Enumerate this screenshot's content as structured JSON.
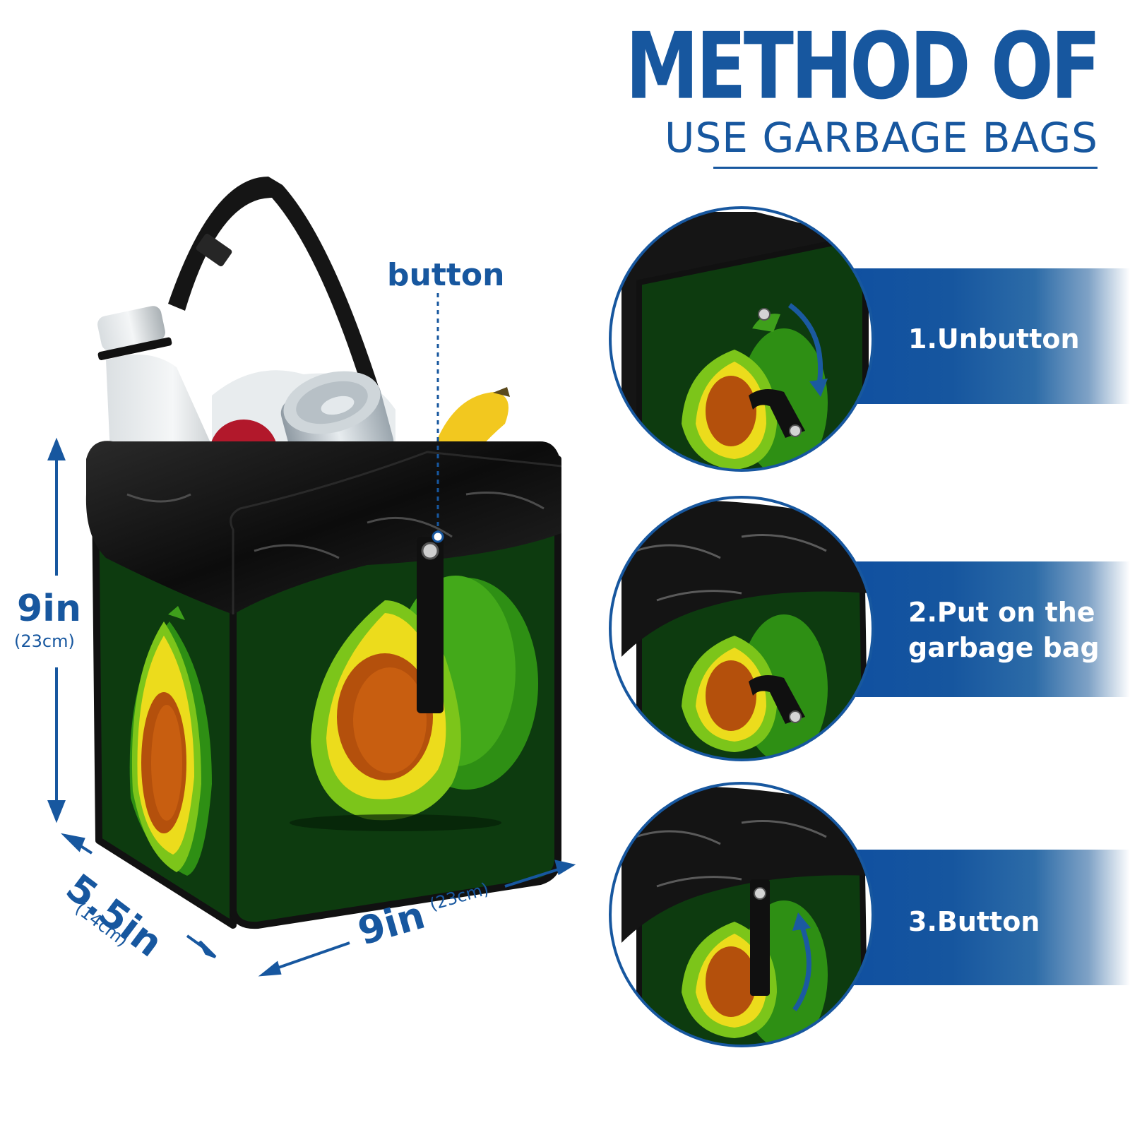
{
  "colors": {
    "accent": "#17579f",
    "bag_body": "#0d3b0f",
    "bag_trim": "#111111",
    "avocado_skin": "#2f9a14",
    "avocado_flesh": "#ecdc1c",
    "avocado_seed": "#b4500c"
  },
  "heading": {
    "line1": "METHOD OF",
    "line2": "USE GARBAGE BAGS"
  },
  "callout": {
    "label": "button"
  },
  "dimensions": {
    "height": {
      "value": "9in",
      "metric": "(23cm)"
    },
    "depth": {
      "value": "5.5in",
      "metric": "(14cm)"
    },
    "width": {
      "value": "9in",
      "metric": "(23cm)"
    }
  },
  "steps": [
    {
      "label": "1.Unbutton",
      "icon": "unbutton-arrow-icon"
    },
    {
      "label": "2.Put on the garbage bag",
      "icon": "garbage-bag-icon"
    },
    {
      "label": "3.Button",
      "icon": "button-arrow-icon"
    }
  ]
}
